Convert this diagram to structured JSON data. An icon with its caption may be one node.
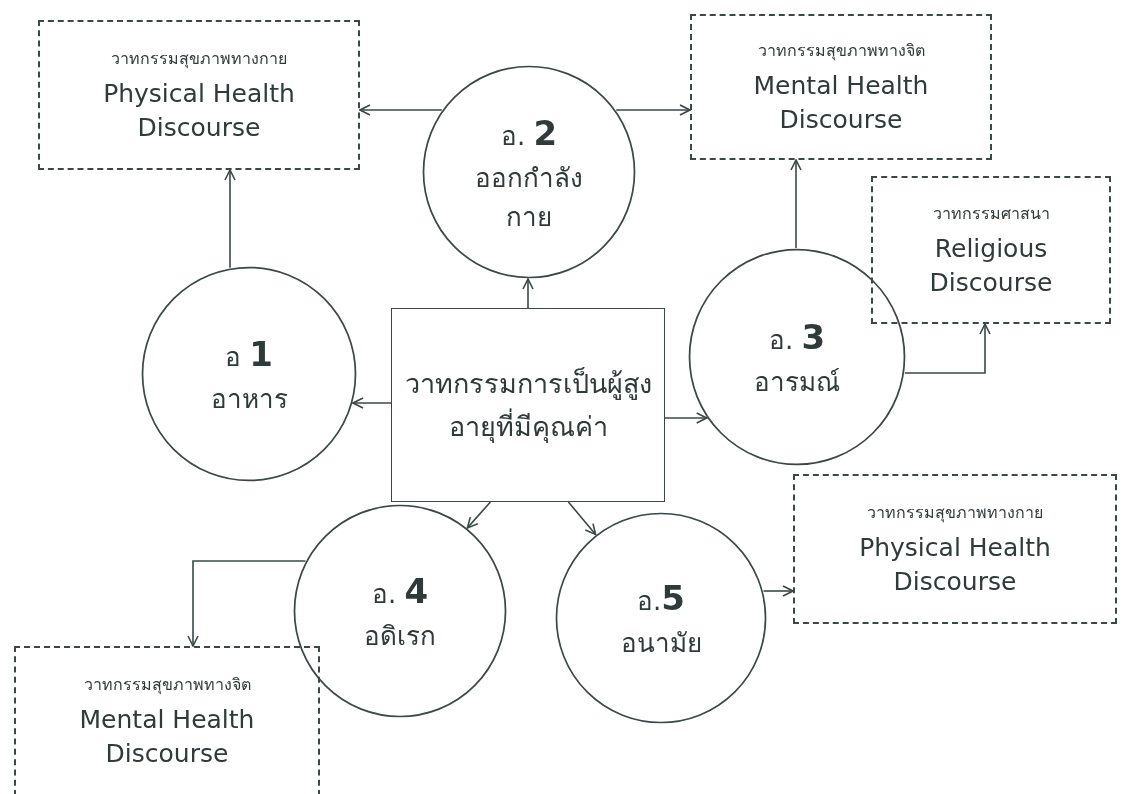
{
  "diagram": {
    "nodes": [
      {
        "text": [
          "วาทกรรมสุขภาพทางกาย",
          "Physical Health Discourse"
        ]
      },
      {
        "text": [
          "อ. **2**",
          "ออกกำลังกาย"
        ]
      },
      {
        "text": [
          "วาทกรรมสุขภาพทางจิต",
          "Mental Health Discourse"
        ]
      },
      {
        "text": [
          "วาทกรรมศาสนา",
          "Religious Discourse"
        ]
      },
      {
        "text": [
          "อ **1**",
          "อาหาร"
        ]
      },
      {
        "text": [
          "วาทกรรมการเป็นผู้สูงอายุที่มีคุณค่า"
        ]
      },
      {
        "text": [
          "อ. **3**",
          "อารมณ์"
        ]
      },
      {
        "text": [
          "วาทกรรมสุขภาพทางกาย",
          "Physical Health Discourse"
        ]
      },
      {
        "text": [
          "อ. **4**",
          "อดิเรก"
        ]
      },
      {
        "text": [
          "อ.**5**",
          "อนามัย"
        ]
      },
      {
        "text": [
          "วาทกรรมสุขภาพทางจิต",
          "Mental Health Discourse"
        ]
      }
    ],
    "edges": [
      {
        "from": 1,
        "to": 0,
        "arrow": "to"
      },
      {
        "from": 1,
        "to": 2,
        "arrow": "to"
      },
      {
        "from": 4,
        "to": 0,
        "arrow": "to"
      },
      {
        "from": 5,
        "to": 1,
        "arrow": "to"
      },
      {
        "from": 6,
        "to": 2,
        "arrow": "to"
      },
      {
        "from": 6,
        "to": 3,
        "arrow": "to"
      },
      {
        "from": 5,
        "to": 4,
        "arrow": "to"
      },
      {
        "from": 5,
        "to": 6,
        "arrow": "to"
      },
      {
        "from": 5,
        "to": 8,
        "arrow": "to"
      },
      {
        "from": 5,
        "to": 9,
        "arrow": "to"
      },
      {
        "from": 9,
        "to": 7,
        "arrow": "to"
      },
      {
        "from": 8,
        "to": 10,
        "arrow": "to"
      }
    ]
  }
}
